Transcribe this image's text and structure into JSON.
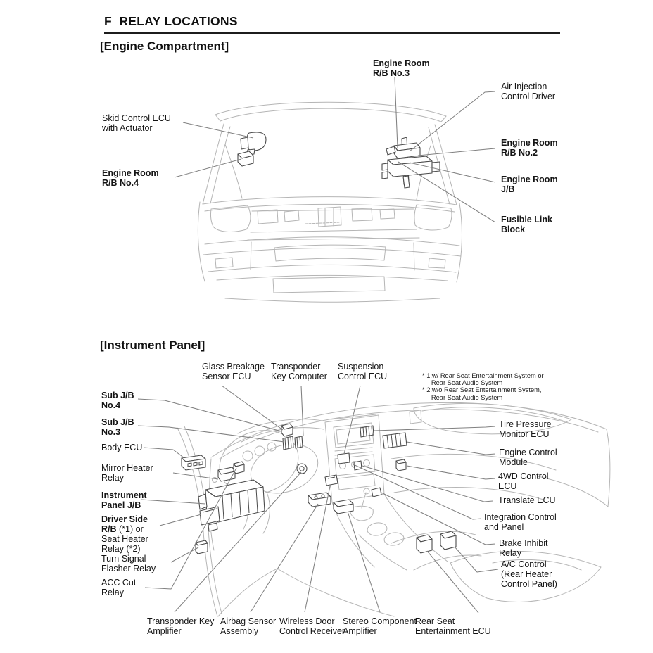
{
  "page": {
    "title": "F  RELAY LOCATIONS"
  },
  "engine_compartment": {
    "heading": "[Engine Compartment]",
    "labels": {
      "skid_control_ecu": {
        "text": "Skid Control ECU\nwith Actuator"
      },
      "engine_room_rb4": {
        "text": "Engine Room\nR/B No.4"
      },
      "engine_room_rb3": {
        "text": "Engine Room\nR/B No.3"
      },
      "air_injection": {
        "text": "Air Injection\nControl Driver"
      },
      "engine_room_rb2": {
        "text": "Engine Room\nR/B No.2"
      },
      "engine_room_jb": {
        "text": "Engine Room\nJ/B"
      },
      "fusible_link": {
        "text": "Fusible Link\nBlock"
      }
    }
  },
  "instrument_panel": {
    "heading": "[Instrument Panel]",
    "footnote": "* 1:w/ Rear Seat Entertainment System or\n     Rear Seat Audio System\n* 2:w/o Rear Seat Entertainment System,\n     Rear Seat Audio System",
    "labels": {
      "glass_breakage": {
        "text": "Glass Breakage\nSensor ECU"
      },
      "transponder_computer": {
        "text": "Transponder\nKey Computer"
      },
      "suspension_control": {
        "text": "Suspension\nControl ECU"
      },
      "sub_jb_no4": {
        "text": "Sub J/B\nNo.4"
      },
      "sub_jb_no3": {
        "text": "Sub J/B\nNo.3"
      },
      "body_ecu": {
        "text": "Body ECU"
      },
      "mirror_heater_relay": {
        "text": "Mirror Heater\nRelay"
      },
      "instrument_panel_jb": {
        "text": "Instrument\nPanel J/B"
      },
      "driver_side_rb": {
        "text_bold": "Driver Side\nR/B",
        "text_rest": " (*1) or\nSeat Heater\nRelay (*2)"
      },
      "turn_signal_flasher": {
        "text": "Turn Signal\nFlasher Relay"
      },
      "acc_cut_relay": {
        "text": "ACC Cut\nRelay"
      },
      "tire_pressure_ecu": {
        "text": "Tire Pressure\nMonitor ECU"
      },
      "engine_control_module": {
        "text": "Engine Control\nModule"
      },
      "awd_control_ecu": {
        "text": "4WD Control\nECU"
      },
      "translate_ecu": {
        "text": "Translate ECU"
      },
      "integration_control": {
        "text": "Integration Control\nand Panel"
      },
      "brake_inhibit_relay": {
        "text": "Brake Inhibit\nRelay"
      },
      "ac_control": {
        "text": "A/C Control\n(Rear Heater\nControl Panel)"
      },
      "transponder_key_amp": {
        "text": "Transponder Key\nAmplifier"
      },
      "airbag_sensor": {
        "text": "Airbag Sensor\nAssembly"
      },
      "wireless_door": {
        "text": "Wireless Door\nControl Receiver"
      },
      "stereo_amp": {
        "text": "Stereo Component\nAmplifier"
      },
      "rear_seat_ecu": {
        "text": "Rear Seat\nEntertainment ECU"
      }
    }
  }
}
